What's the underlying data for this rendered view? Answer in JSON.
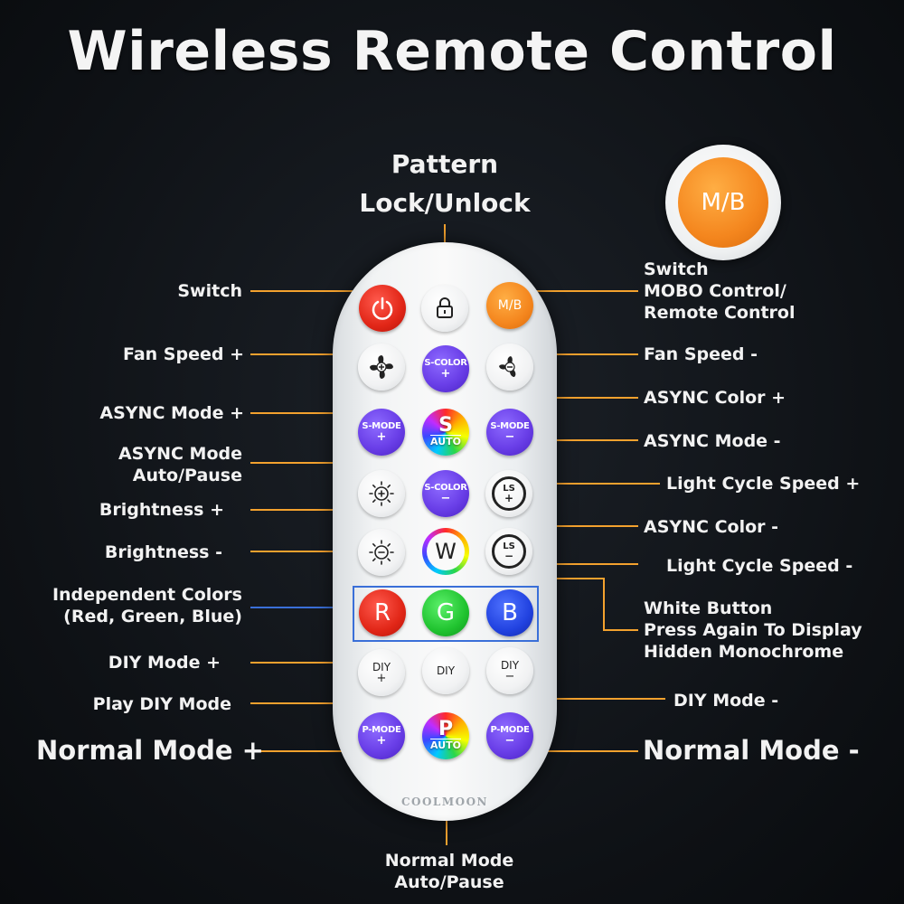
{
  "title": "Wireless Remote Control",
  "brand": "COOLMOON",
  "callouts": {
    "pattern_lock": "Pattern\nLock/Unlock",
    "switch_left": "Switch",
    "switch_right": "Switch\nMOBO Control/\nRemote Control",
    "fan_speed_plus": "Fan Speed +",
    "fan_speed_minus": "Fan Speed -",
    "async_color_plus": "ASYNC Color +",
    "async_mode_plus": "ASYNC Mode +",
    "async_mode_minus": "ASYNC Mode -",
    "async_mode_auto": "ASYNC Mode\nAuto/Pause",
    "light_cycle_plus": "Light Cycle Speed +",
    "brightness_plus": "Brightness +",
    "async_color_minus": "ASYNC Color -",
    "brightness_minus": "Brightness -",
    "light_cycle_minus": "Light Cycle Speed -",
    "independent_colors": "Independent Colors\n(Red, Green, Blue)",
    "white_button": "White Button\nPress Again To Display\nHidden Monochrome",
    "diy_mode_plus": "DIY Mode +",
    "play_diy_mode": "Play DIY Mode",
    "diy_mode_minus": "DIY Mode -",
    "normal_mode_plus": "Normal Mode +",
    "normal_mode_minus": "Normal Mode -",
    "normal_mode_auto": "Normal Mode\nAuto/Pause"
  },
  "buttons": {
    "mb": "M/B",
    "s_color_top": "S-COLOR",
    "plus": "+",
    "minus": "−",
    "s_mode": "S-MODE",
    "s_letter": "S",
    "auto": "AUTO",
    "ls": "LS",
    "w": "W",
    "r": "R",
    "g": "G",
    "b": "B",
    "diy": "DIY",
    "p_mode": "P-MODE",
    "p_letter": "P"
  },
  "badge_label": "M/B",
  "colors": {
    "accent_line": "#f3a12e",
    "rgb_box": "#3a6fd8"
  }
}
